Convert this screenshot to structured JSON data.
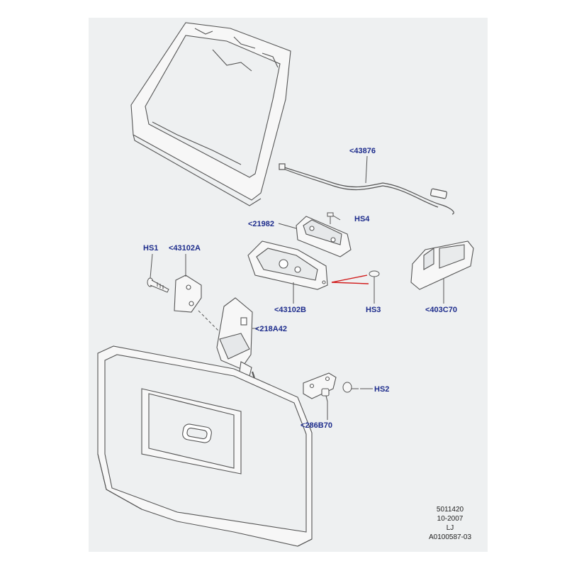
{
  "labels": {
    "p43876": "<43876",
    "p21982": "<21982",
    "hs4": "HS4",
    "hs1": "HS1",
    "p43102a": "<43102A",
    "p43102b": "<43102B",
    "hs3": "HS3",
    "p403c70": "<403C70",
    "p218a42": "<218A42",
    "hs2": "HS2",
    "p286b70": "<286B70"
  },
  "footer": {
    "line1": "5011420",
    "line2": "10-2007",
    "line3": "LJ",
    "line4": "A0100587-03"
  },
  "colors": {
    "panel": "#eef0f1",
    "part_fill": "#f7f7f7",
    "line": "#555555",
    "label": "#1d2c8c",
    "callout_red": "#d11a1a"
  }
}
